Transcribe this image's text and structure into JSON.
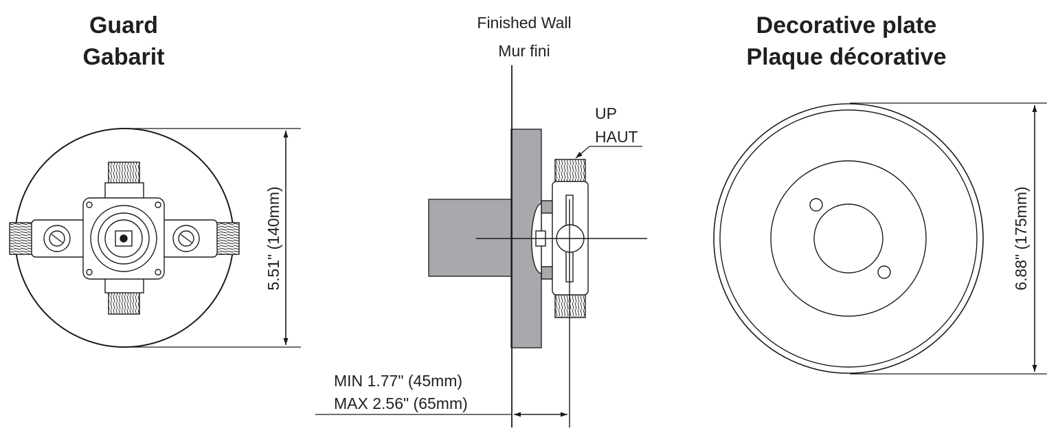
{
  "guard": {
    "title_en": "Guard",
    "title_fr": "Gabarit",
    "dimension": "5.51\" (140mm)"
  },
  "wall": {
    "label_en": "Finished Wall",
    "label_fr": "Mur fini",
    "up_en": "UP",
    "up_fr": "HAUT",
    "min_depth": "MIN 1.77\" (45mm)",
    "max_depth": "MAX 2.56\" (65mm)"
  },
  "plate": {
    "title_en": "Decorative plate",
    "title_fr": "Plaque décorative",
    "dimension": "6.88\" (175mm)"
  },
  "colors": {
    "line": "#1a1a1a",
    "wall_fill": "#a7a9ac",
    "body_fill": "#ffffff"
  }
}
